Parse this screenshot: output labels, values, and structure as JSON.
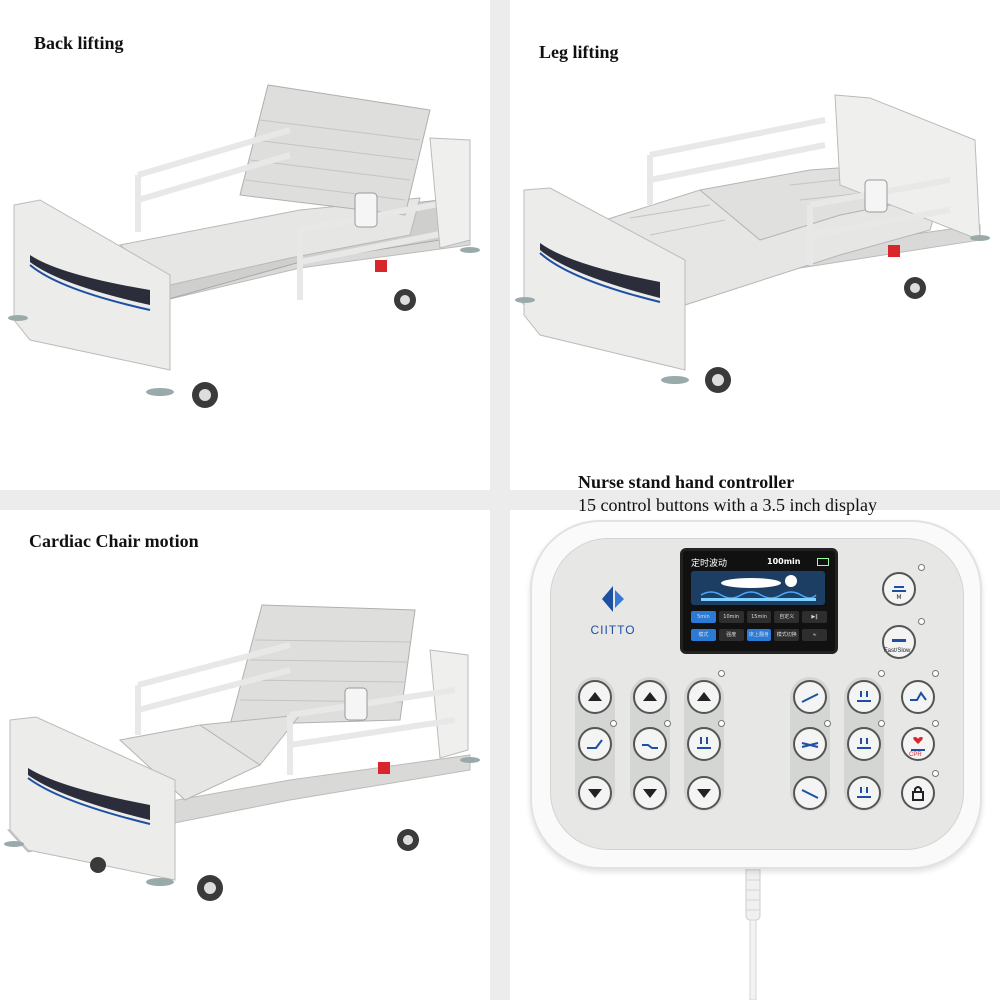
{
  "panels": {
    "back_lifting": {
      "caption": "Back lifting"
    },
    "leg_lifting": {
      "caption": "Leg lifting"
    },
    "cardiac_chair": {
      "caption": "Cardiac Chair motion"
    },
    "controller": {
      "title": "Nurse stand hand controller",
      "subtitle": "15 control buttons with a 3.5 inch display",
      "brand": "CIITTO",
      "screen": {
        "title": "定时波动",
        "time": "100min",
        "row1": [
          "5min",
          "10min",
          "15min",
          "自定义",
          "▶‖"
        ],
        "row2": [
          "模式",
          "强度",
          "床上翻身",
          "模式切换",
          "≈"
        ]
      },
      "labels": {
        "m": "M",
        "fast_slow": "Fast/Slow",
        "cpr": "CPR"
      }
    }
  },
  "colors": {
    "accent_blue": "#1d4fa3",
    "cpr_red": "#d8262b",
    "bed_gray": "#e4e4e2"
  }
}
